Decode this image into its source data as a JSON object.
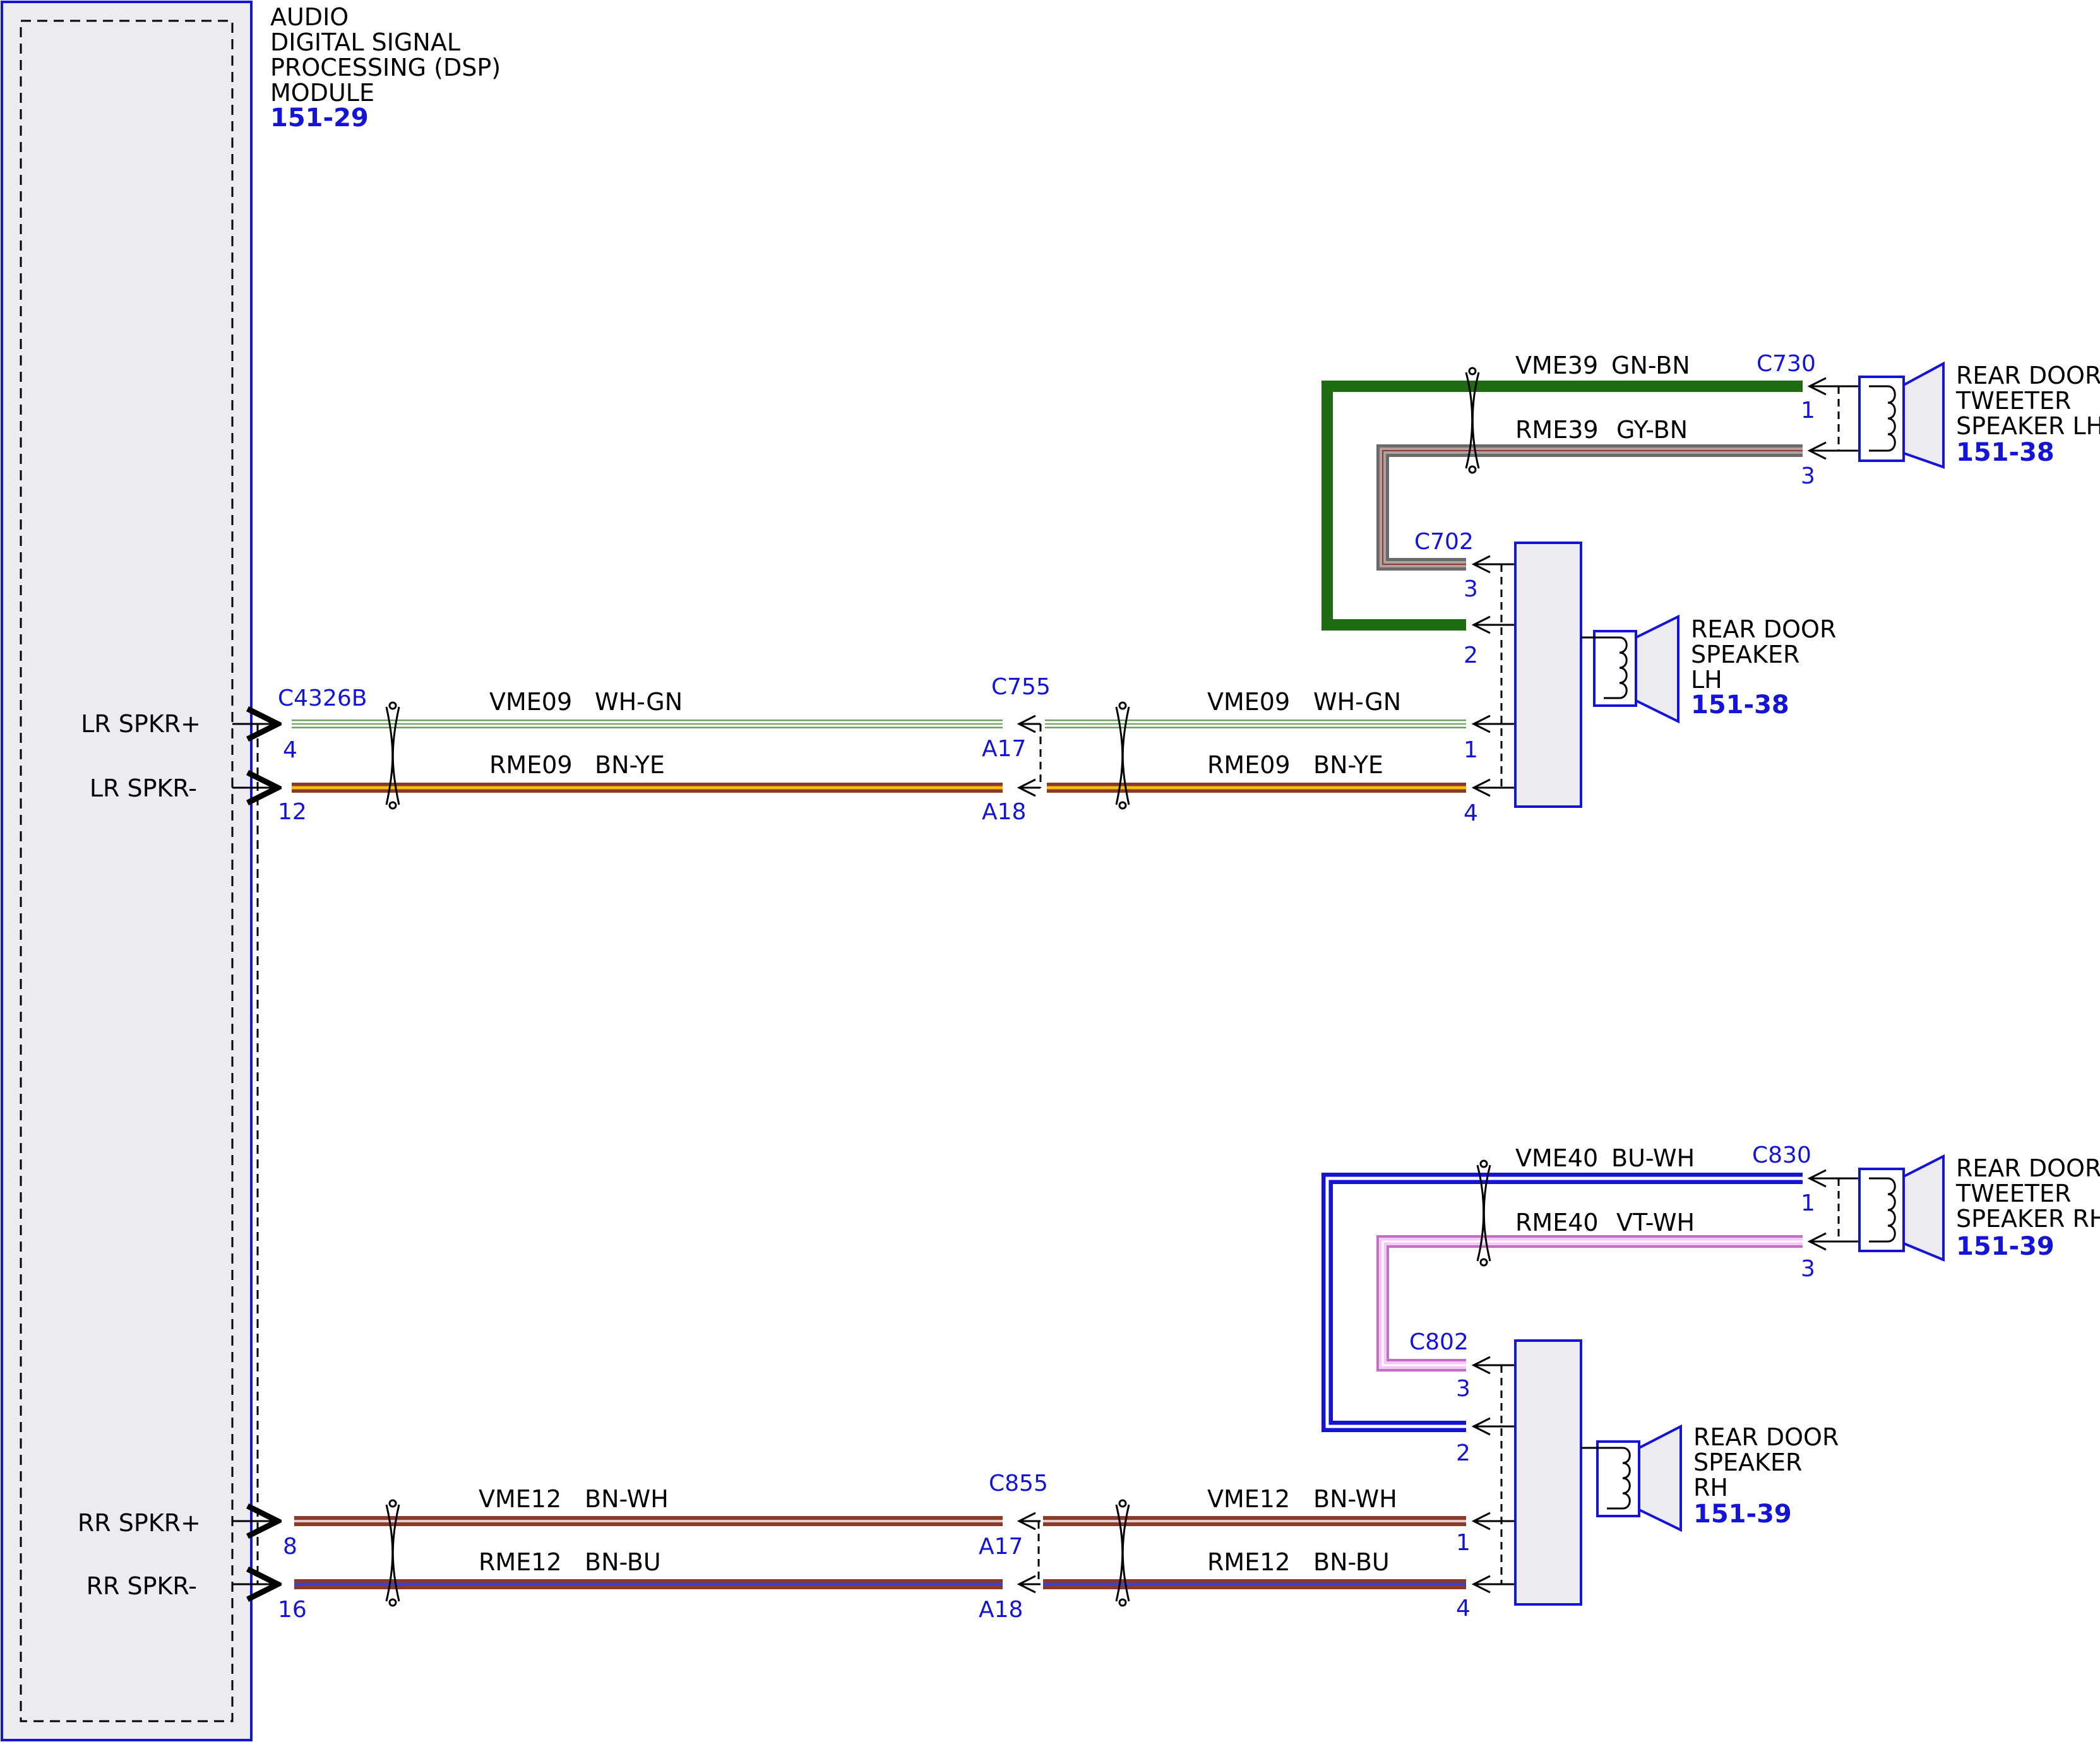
{
  "module": {
    "name_lines": [
      "AUDIO",
      "DIGITAL SIGNAL",
      "PROCESSING (DSP)",
      "MODULE"
    ],
    "ref": "151-29",
    "pins": {
      "lr_pos": "LR SPKR+",
      "lr_neg": "LR SPKR-",
      "rr_pos": "RR SPKR+",
      "rr_neg": "RR SPKR-"
    }
  },
  "connectors": {
    "c4326b": {
      "name": "C4326B",
      "pins": [
        "4",
        "12",
        "8",
        "16"
      ]
    },
    "c755": {
      "name": "C755",
      "pins": [
        "A17",
        "A18"
      ]
    },
    "c855": {
      "name": "C855",
      "pins": [
        "A17",
        "A18"
      ]
    },
    "c702": {
      "name": "C702",
      "pins": [
        "3",
        "2",
        "1",
        "4"
      ]
    },
    "c802": {
      "name": "C802",
      "pins": [
        "3",
        "2",
        "1",
        "4"
      ]
    },
    "c730": {
      "name": "C730",
      "pins": [
        "1",
        "3"
      ]
    },
    "c830": {
      "name": "C830",
      "pins": [
        "1",
        "3"
      ]
    }
  },
  "wires": {
    "vme09": {
      "circuit": "VME09",
      "color": "WH-GN"
    },
    "rme09": {
      "circuit": "RME09",
      "color": "BN-YE"
    },
    "vme12": {
      "circuit": "VME12",
      "color": "BN-WH"
    },
    "rme12": {
      "circuit": "RME12",
      "color": "BN-BU"
    },
    "vme39": {
      "circuit": "VME39",
      "color": "GN-BN"
    },
    "rme39": {
      "circuit": "RME39",
      "color": "GY-BN"
    },
    "vme40": {
      "circuit": "VME40",
      "color": "BU-WH"
    },
    "rme40": {
      "circuit": "RME40",
      "color": "VT-WH"
    }
  },
  "components": {
    "tweeter_lh": {
      "lines": [
        "REAR DOOR",
        "TWEETER",
        "SPEAKER LH"
      ],
      "ref": "151-38"
    },
    "speaker_lh": {
      "lines": [
        "REAR DOOR",
        "SPEAKER",
        "LH"
      ],
      "ref": "151-38"
    },
    "tweeter_rh": {
      "lines": [
        "REAR DOOR",
        "TWEETER",
        "SPEAKER RH"
      ],
      "ref": "151-39"
    },
    "speaker_rh": {
      "lines": [
        "REAR DOOR",
        "SPEAKER",
        "RH"
      ],
      "ref": "151-39"
    }
  },
  "colors": {
    "module_border": "#1414d8",
    "green": "#1f6b12",
    "grey": "#808080",
    "brown": "#8b3a2a",
    "blue": "#1414d8",
    "violet": "#e6a0e6",
    "yellow": "#f2c200",
    "white": "#ffffff",
    "component_fill": "#ebebf0"
  }
}
